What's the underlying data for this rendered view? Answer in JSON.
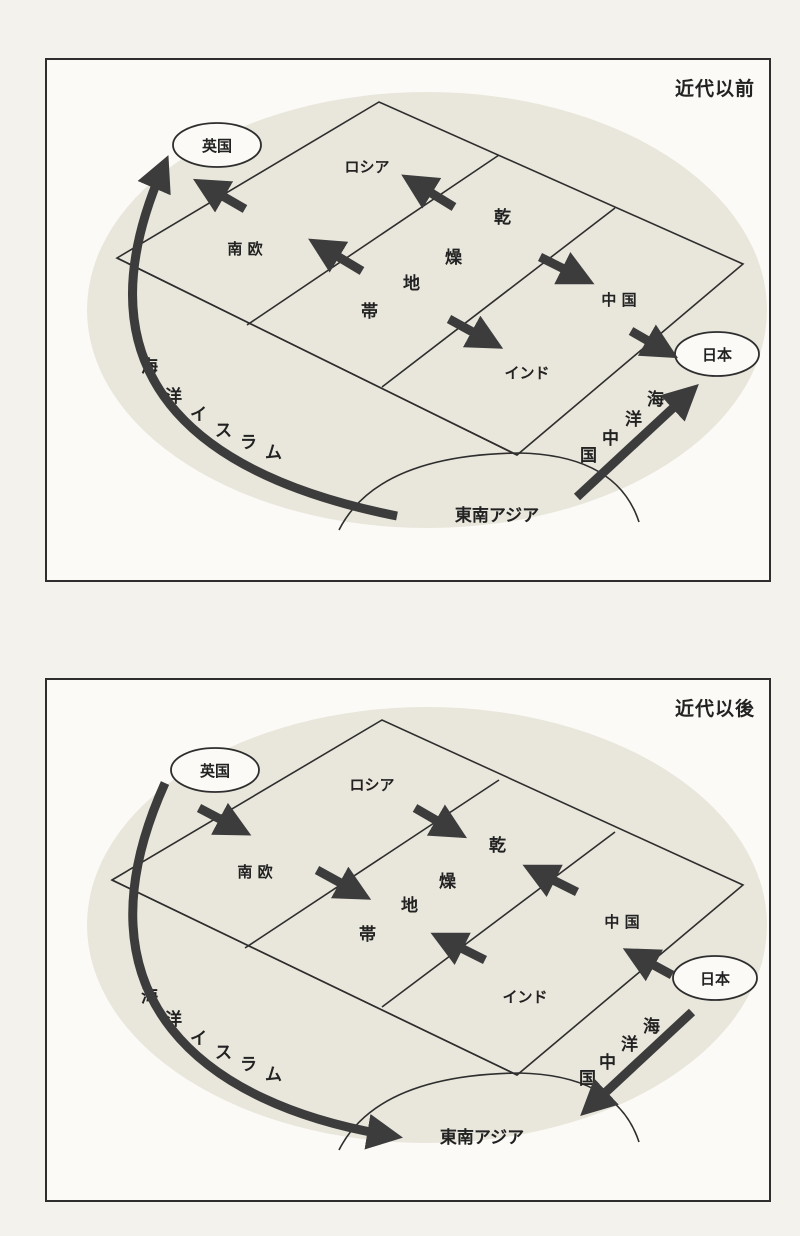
{
  "before": {
    "title": "近代以前",
    "regions": {
      "russia": "ロシア",
      "south_europe": "南 欧",
      "india": "インド",
      "china": "中 国",
      "southeast_asia": "東南アジア"
    },
    "dry_belt": [
      "乾",
      "燥",
      "地",
      "帯"
    ],
    "countries": {
      "britain": "英国",
      "japan": "日本"
    },
    "ocean_islam": [
      "海",
      "洋",
      "イ",
      "ス",
      "ラ",
      "ム"
    ],
    "ocean_china": [
      "海",
      "洋",
      "中",
      "国"
    ]
  },
  "after": {
    "title": "近代以後",
    "regions": {
      "russia": "ロシア",
      "south_europe": "南 欧",
      "india": "インド",
      "china": "中 国",
      "southeast_asia": "東南アジア"
    },
    "dry_belt": [
      "乾",
      "燥",
      "地",
      "帯"
    ],
    "countries": {
      "britain": "英国",
      "japan": "日本"
    },
    "ocean_islam": [
      "海",
      "洋",
      "イ",
      "ス",
      "ラ",
      "ム"
    ],
    "ocean_china": [
      "海",
      "洋",
      "中",
      "国"
    ]
  },
  "colors": {
    "arrow": "#3c3c3c",
    "blob": "#e9e7dc",
    "line": "#2e2e2e"
  }
}
